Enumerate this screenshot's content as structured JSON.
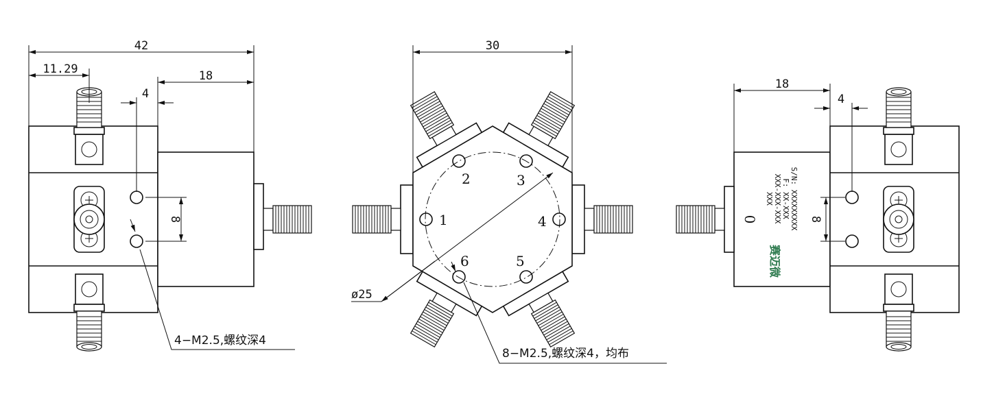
{
  "dimensions": {
    "total_width": "42",
    "offset_left": "11.29",
    "offset_right": "18",
    "gap_small": "4",
    "vertical_spacing": "8",
    "hex_width": "30",
    "circle_diameter": "ø25",
    "right_offset": "18",
    "right_gap": "4",
    "right_vertical": "8"
  },
  "notes": {
    "left_hole_note": "4−M2.5,螺纹深4",
    "center_hole_note": "8−M2.5,螺纹深4，均布"
  },
  "ports": [
    "1",
    "2",
    "3",
    "4",
    "5",
    "6"
  ],
  "marking": {
    "port_zero": "0",
    "lines": [
      "XXX",
      "XXX-XXX-XXX",
      "F: XX-XXX",
      "S/N: XXXXXXXXX"
    ],
    "logo": "赛迈微"
  }
}
